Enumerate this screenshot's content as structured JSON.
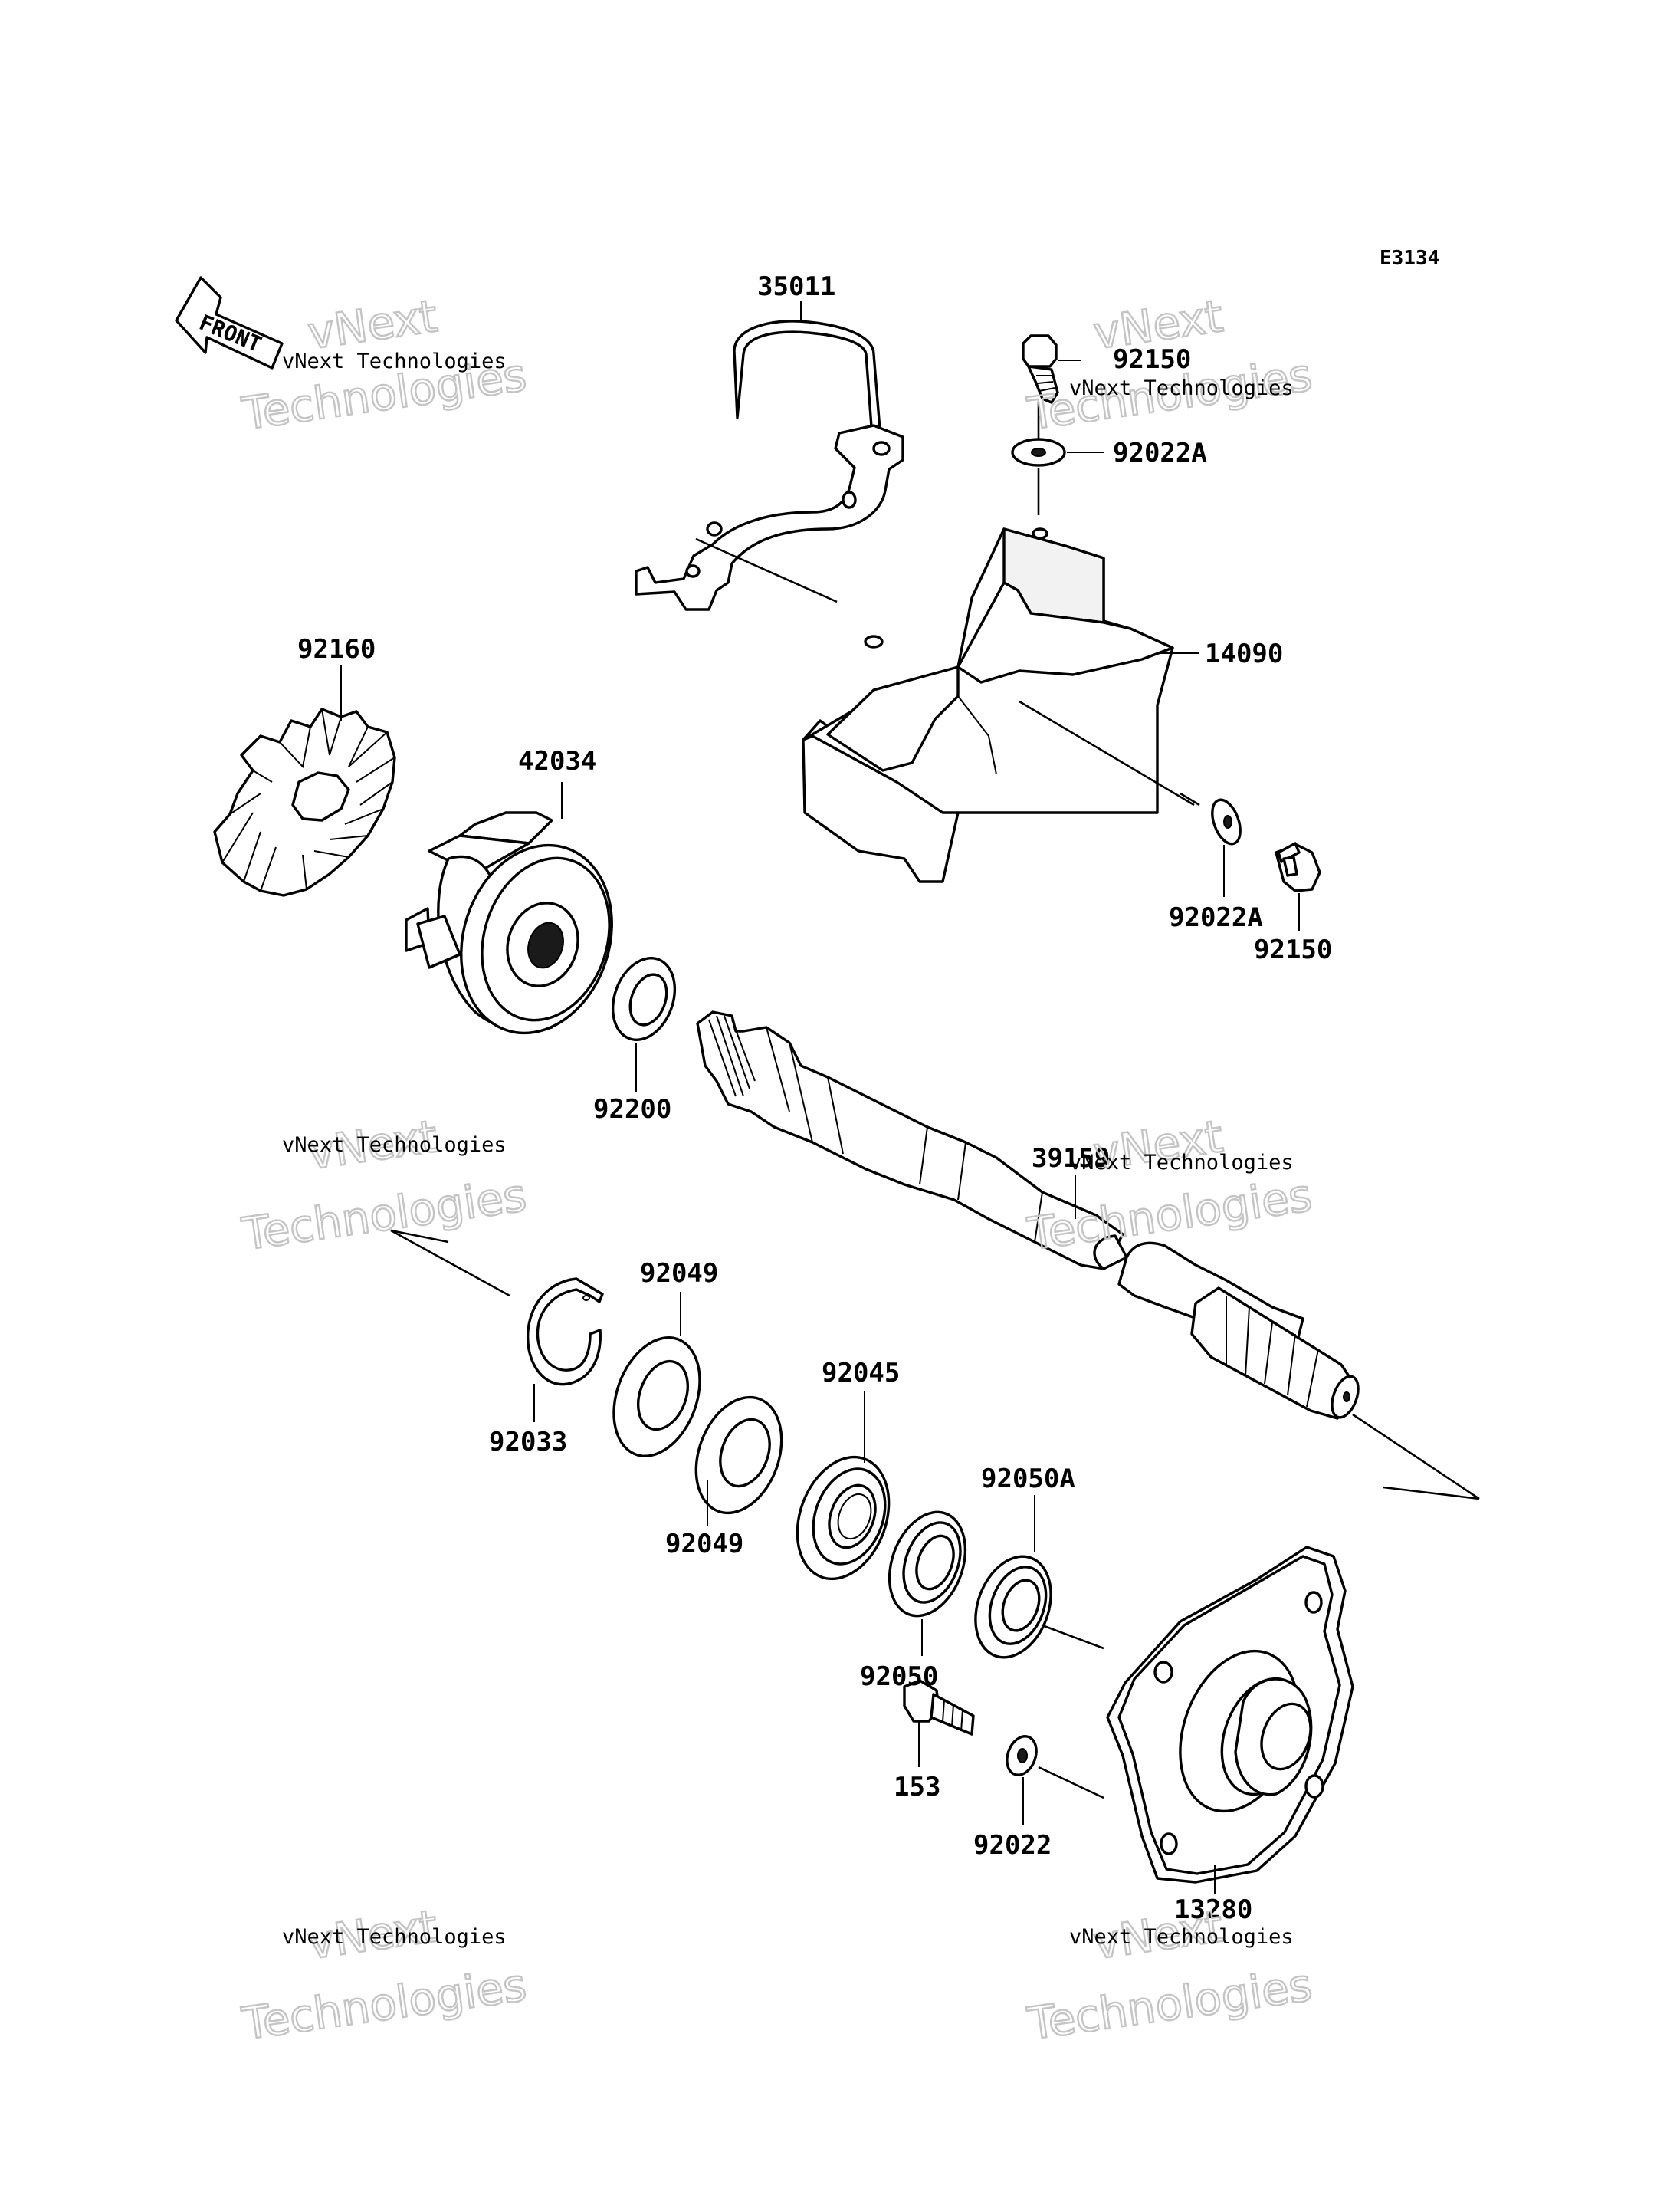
{
  "diagram_code": "E3134",
  "front_label": "FRONT",
  "watermark": {
    "line1": "vNext",
    "line2": "Technologies",
    "small": "vNext Technologies"
  },
  "callouts": {
    "c35011": "35011",
    "c92150_top": "92150",
    "c92022A_top": "92022A",
    "c14090": "14090",
    "c92022A_bottom": "92022A",
    "c92150_bottom": "92150",
    "c92160": "92160",
    "c42034": "42034",
    "c92200": "92200",
    "c39159": "39159",
    "c92049_top": "92049",
    "c92033": "92033",
    "c92049_bottom": "92049",
    "c92045": "92045",
    "c92050A": "92050A",
    "c92050": "92050",
    "c153": "153",
    "c92022": "92022",
    "c13280": "13280"
  }
}
